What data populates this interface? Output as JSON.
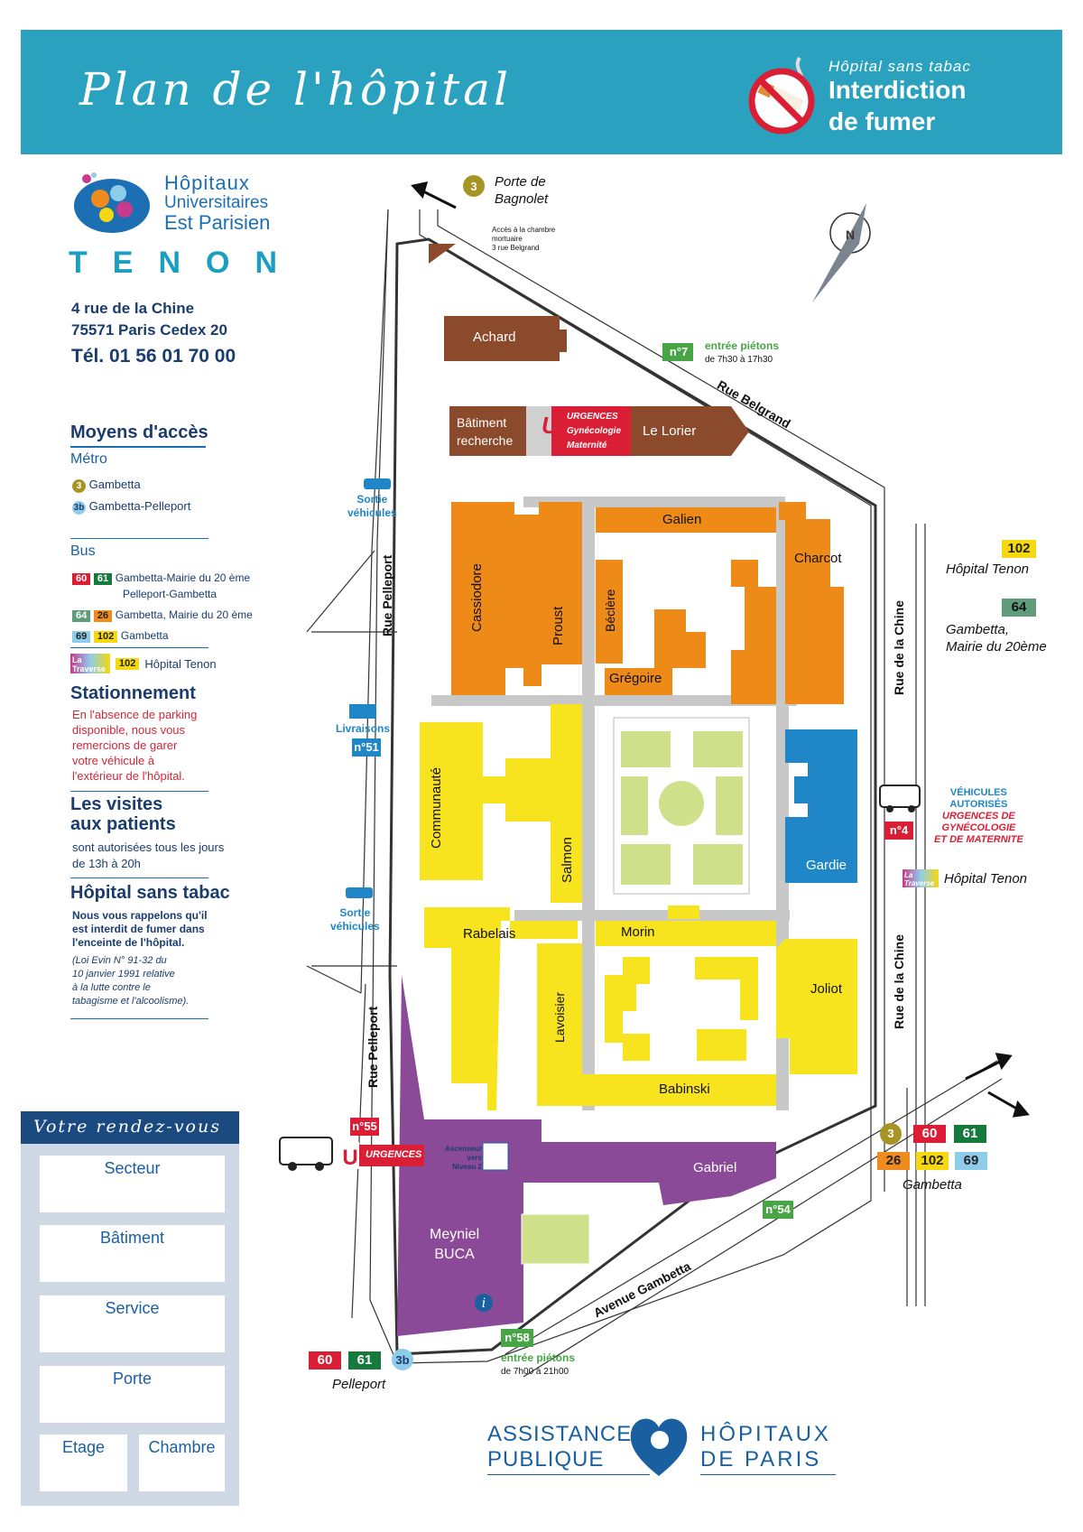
{
  "header": {
    "title": "Plan de l'hôpital",
    "smoke_small": "Hôpital sans tabac",
    "smoke_line1": "Interdiction",
    "smoke_line2": "de fumer"
  },
  "logo": {
    "line1": "Hôpitaux",
    "line2": "Universitaires",
    "line3": "Est Parisien",
    "name": "TENON"
  },
  "address": {
    "line1": "4 rue de la Chine",
    "line2": "75571 Paris Cedex 20",
    "tel": "Tél. 01 56 01 70 00"
  },
  "access": {
    "title": "Moyens d'accès",
    "metro_label": "Métro",
    "metro": [
      {
        "badge": "3",
        "name": "Gambetta"
      },
      {
        "badge": "3b",
        "name": "Gambetta-Pelleport"
      }
    ],
    "bus_label": "Bus",
    "bus": [
      {
        "lines": [
          "60",
          "61"
        ],
        "name": "Gambetta-Mairie du 20 ème",
        "name2": "Pelleport-Gambetta"
      },
      {
        "lines": [
          "64",
          "26"
        ],
        "name": "Gambetta, Mairie du 20 ème"
      },
      {
        "lines": [
          "69",
          "102"
        ],
        "name": "Gambetta"
      },
      {
        "lines": [
          "102"
        ],
        "name": "Hôpital Tenon",
        "traverse": "La Traverse"
      }
    ]
  },
  "parking": {
    "title": "Stationnement",
    "text": [
      "En l'absence de parking",
      "disponible, nous vous",
      "remercions de garer",
      "votre véhicule à",
      "l'extérieur de l'hôpital."
    ]
  },
  "visits": {
    "title1": "Les visites",
    "title2": "aux patients",
    "text1": "sont autorisées tous les jours",
    "text2": "de 13h à 20h"
  },
  "tabac": {
    "title": "Hôpital sans tabac",
    "bold": [
      "Nous vous rappelons qu'il",
      "est interdit de fumer dans",
      "l'enceinte de l'hôpital."
    ],
    "law": [
      "(Loi Evin N° 91-32 du",
      "10 janvier 1991 relative",
      "à la lutte contre le",
      "tabagisme et l'alcoolisme)."
    ]
  },
  "rdv": {
    "title": "Votre rendez-vous",
    "fields": [
      "Secteur",
      "Bâtiment",
      "Service",
      "Porte"
    ],
    "etage": "Etage",
    "chambre": "Chambre"
  },
  "map": {
    "streets": {
      "belgrand": "Rue Belgrand",
      "pelleport": "Rue Pelleport",
      "chine": "Rue de la Chine",
      "gambetta": "Avenue Gambetta"
    },
    "buildings": {
      "achard": "Achard",
      "recherche1": "Bâtiment",
      "recherche2": "recherche",
      "lorier": "Le Lorier",
      "urg1": "URGENCES",
      "urg2": "Gynécologie",
      "urg3": "Maternité",
      "galien": "Galien",
      "charcot": "Charcot",
      "cassiodore": "Cassiodore",
      "proust": "Proust",
      "beclere": "Béclère",
      "gregoire": "Grégoire",
      "communaute": "Communauté",
      "salmon": "Salmon",
      "gardie": "Gardie",
      "rabelais": "Rabelais",
      "morin": "Morin",
      "lavoisier": "Lavoisier",
      "joliot": "Joliot",
      "babinski": "Babinski",
      "gabriel": "Gabriel",
      "meyniel1": "Meyniel",
      "meyniel2": "BUCA",
      "urgences": "URGENCES"
    },
    "labels": {
      "porte_bagnolet1": "Porte de",
      "porte_bagnolet2": "Bagnolet",
      "mortuaire1": "Accès à la chambre",
      "mortuaire2": "mortuaire",
      "mortuaire3": "3 rue Belgrand",
      "n7": "n°7",
      "pietons7a": "entrée piétons",
      "pietons7b": "de 7h30 à 17h30",
      "sortie": "Sortie",
      "vehicules": "véhicules",
      "livraisons": "Livraisons",
      "n51": "n°51",
      "hop_tenon": "Hôpital Tenon",
      "gambetta_mairie1": "Gambetta,",
      "gambetta_mairie2": "Mairie du 20ème",
      "veh1": "VÉHICULES",
      "veh2": "AUTORISÉS",
      "veh3": "URGENCES DE",
      "veh4": "GYNÉCOLOGIE",
      "veh5": "ET DE MATERNITE",
      "n4": "n°4",
      "n55": "n°55",
      "ascenseur1": "Ascenseur",
      "ascenseur2": "vers",
      "ascenseur3": "Niveau 2",
      "n54": "n°54",
      "n58": "n°58",
      "pietons58a": "entrée piétons",
      "pietons58b": "de 7h00  à 21h00",
      "pelleport": "Pelleport",
      "gambetta": "Gambetta",
      "bus102": "102",
      "bus64": "64"
    }
  },
  "footer": {
    "left1": "ASSISTANCE",
    "left2": "PUBLIQUE",
    "right1": "HÔPITAUX",
    "right2": "DE  PARIS"
  }
}
